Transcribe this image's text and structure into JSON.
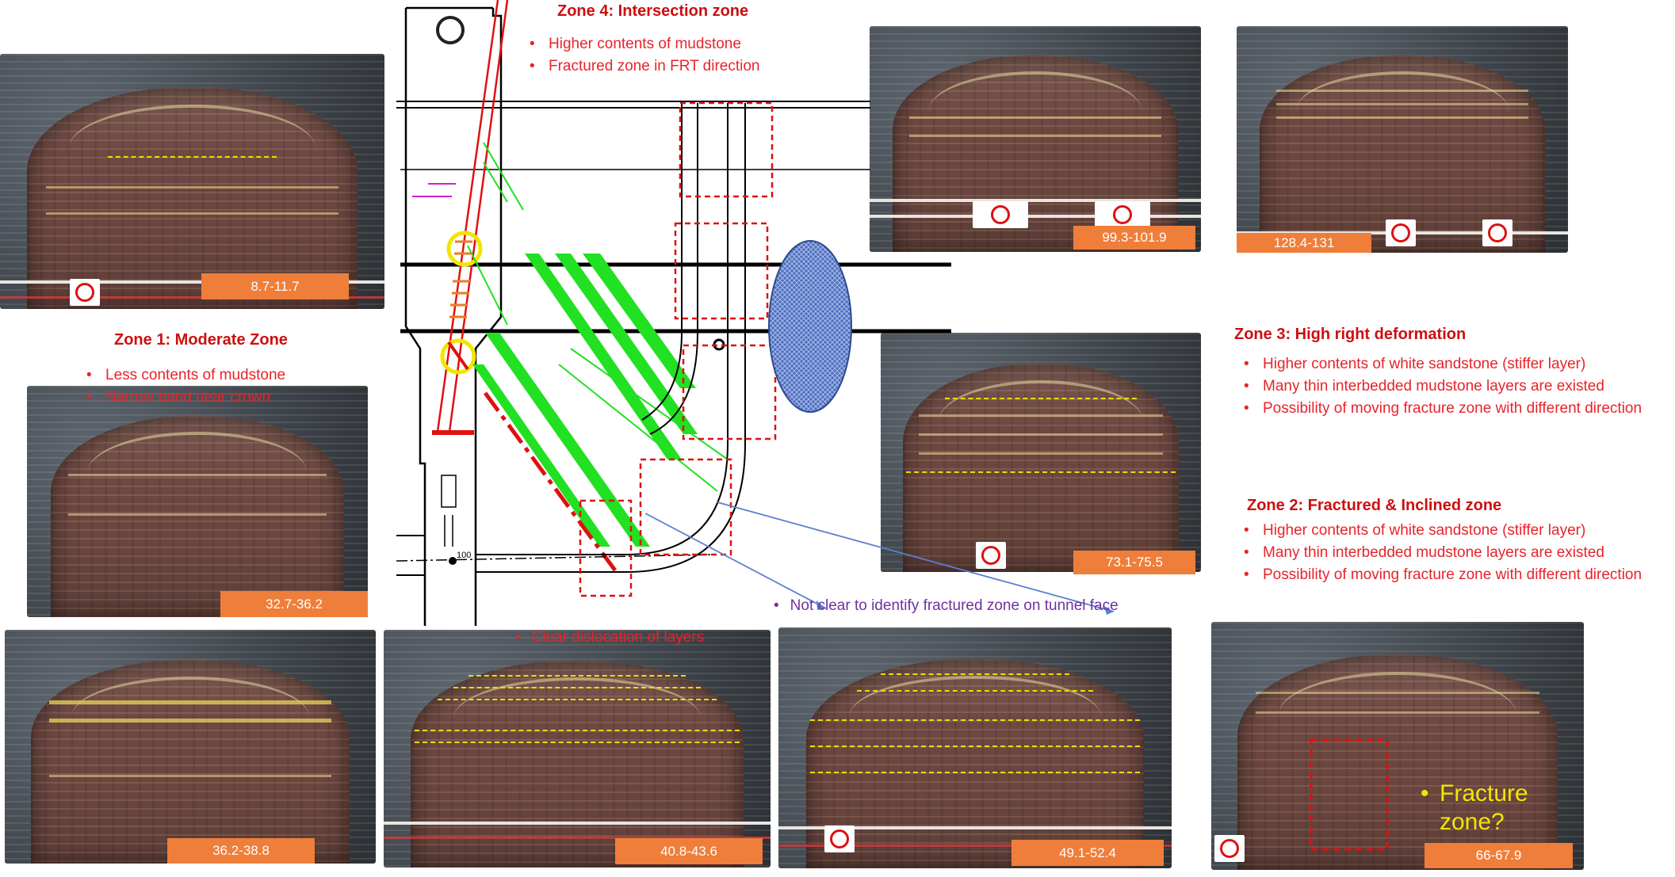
{
  "zones": {
    "zone4": {
      "title": "Zone 4: Intersection zone",
      "bullets": [
        "Higher contents of mudstone",
        "Fractured zone in FRT direction"
      ]
    },
    "zone1": {
      "title": "Zone 1: Moderate Zone",
      "bullets": [
        "Less contents of mudstone",
        "Narrow band near crown"
      ]
    },
    "zone3": {
      "title": "Zone 3: High right deformation",
      "bullets": [
        "Higher contents of white sandstone (stiffer layer)",
        "Many thin interbedded mudstone layers are existed",
        "Possibility of moving fracture zone with different direction"
      ]
    },
    "zone2": {
      "title": "Zone 2: Fractured & Inclined  zone",
      "bullets": [
        "Higher contents of white sandstone (stiffer layer)",
        "Many thin interbedded mudstone layers are existed",
        "Possibility of moving fracture zone with different direction"
      ]
    }
  },
  "notes": {
    "dislocation": "Clear dislocation of layers",
    "not_clear": "Not clear to identify fractured zone on tunnel face",
    "fracture_q1": "Fracture",
    "fracture_q2": "zone?"
  },
  "photo_labels": {
    "p1": "8.7-11.7",
    "p2": "32.7-36.2",
    "p3": "36.2-38.8",
    "p4": "40.8-43.6",
    "p5": "49.1-52.4",
    "p6": "66-67.9",
    "p7": "73.1-75.5",
    "p8": "99.3-101.9",
    "p9": "128.4-131"
  },
  "drawing": {
    "station_label": "100",
    "colors": {
      "accent_red": "#e8232a",
      "title_red": "#cc0f0f",
      "label_orange": "#ef7e3a",
      "fracture_green": "#22e022",
      "note_purple": "#7030a0",
      "marker_yellow": "#f2e600"
    }
  }
}
